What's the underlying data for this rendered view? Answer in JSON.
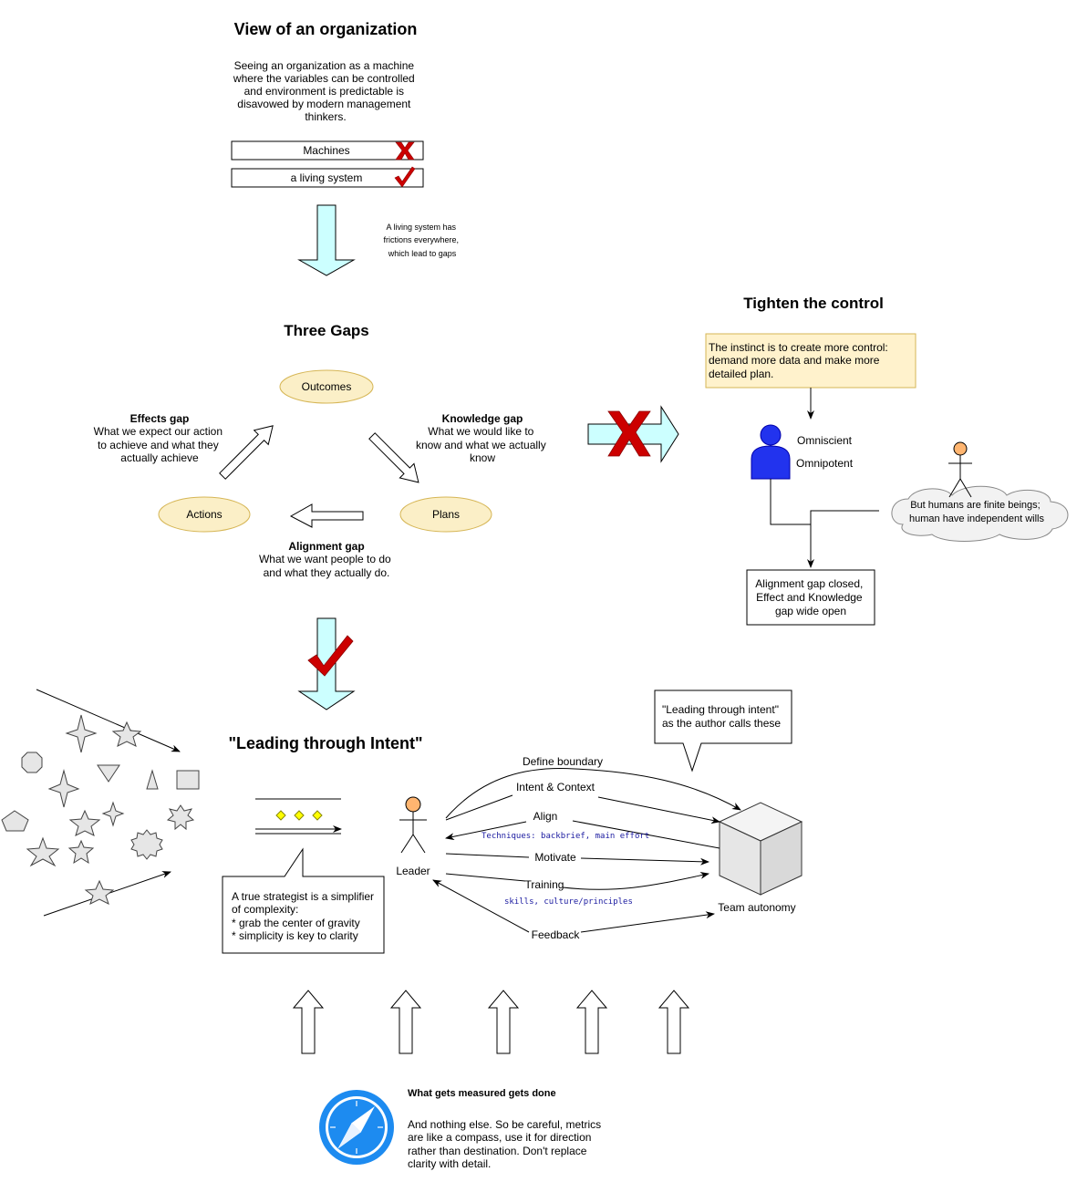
{
  "colors": {
    "cyan_arrow": "#ccffff",
    "red_mark": "#cc0000",
    "ellipse_fill": "#fbefc7",
    "ellipse_stroke": "#d6b656",
    "note_fill": "#fff2cc",
    "person_blue": "#2233ee",
    "person_orange": "#ffb570",
    "technique_blue": "#1a1aa0",
    "compass_blue": "#1d8bf0",
    "shape_gray": "#e6e6e6",
    "cloud_gray": "#f2f2f2"
  },
  "icons": [
    "cross-mark-icon",
    "check-mark-icon",
    "person-icon",
    "compass-icon",
    "cube-icon",
    "cloud-icon",
    "star-icon"
  ],
  "view": {
    "title": "View of an organization",
    "desc": [
      "Seeing an organization as a machine",
      "where the variables can be controlled",
      "and environment is predictable is",
      "disavowed by modern management",
      "thinkers."
    ],
    "machines": "Machines",
    "living": "a living system",
    "arrow_note": [
      "A living system has",
      "frictions everywhere,",
      "which lead to gaps"
    ]
  },
  "gaps": {
    "title": "Three Gaps",
    "outcomes": "Outcomes",
    "actions": "Actions",
    "plans": "Plans",
    "effects_title": "Effects gap",
    "effects_desc": [
      "What we expect our action",
      "to achieve and what they",
      "actually achieve"
    ],
    "knowledge_title": "Knowledge gap",
    "knowledge_desc": [
      "What we would like to",
      "know and what we actually",
      "know"
    ],
    "alignment_title": "Alignment gap",
    "alignment_desc": [
      "What we want people to do",
      "and what they actually do."
    ]
  },
  "control": {
    "title": "Tighten the control",
    "note": [
      "The instinct is to create more control:",
      "demand more data and make more",
      "detailed plan."
    ],
    "omniscient": "Omniscient",
    "omnipotent": "Omnipotent",
    "cloud": [
      "But humans are finite beings;",
      "human have independent wills"
    ],
    "result": [
      "Alignment gap closed,",
      "Effect and Knowledge",
      "gap wide open"
    ]
  },
  "intent": {
    "title": "\"Leading through Intent\"",
    "callout": [
      "\"Leading through intent\"",
      "as the author calls these"
    ],
    "strategist": [
      "A true strategist is a simplifier",
      "of complexity:",
      "* grab the center of gravity",
      "* simplicity is key to clarity"
    ],
    "leader": "Leader",
    "team": "Team autonomy",
    "define_boundary": "Define boundary",
    "intent_context": "Intent & Context",
    "align": "Align",
    "align_tech": "Techniques: backbrief, main effort",
    "motivate": "Motivate",
    "training": "Training",
    "training_sub": "skills, culture/principles",
    "feedback": "Feedback"
  },
  "metrics": {
    "title": "What gets measured gets done",
    "desc": [
      "And nothing else. So be careful, metrics",
      "are like a compass, use it for direction",
      "rather than destination. Don't replace",
      "clarity with detail."
    ]
  }
}
